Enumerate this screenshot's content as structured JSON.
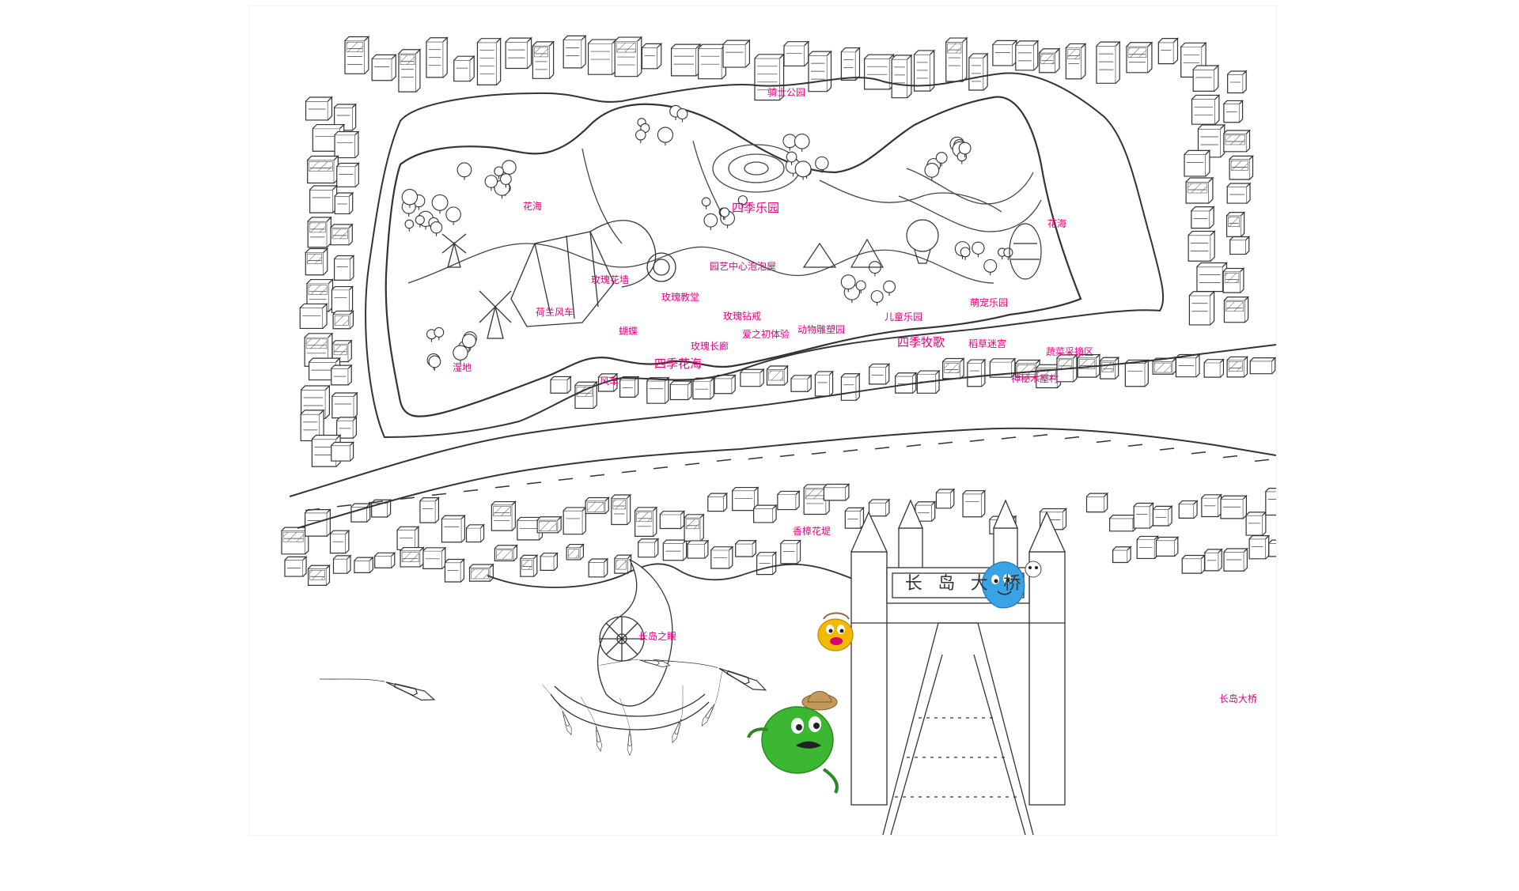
{
  "colors": {
    "label": "#e4007f",
    "ink": "#333333",
    "background": "#ffffff",
    "mascot_green": "#3cb731",
    "mascot_yellow": "#f5b800",
    "mascot_blue": "#3aa3e6"
  },
  "labels": {
    "knight_park": "骑士公园",
    "flower_sea_left": "花海",
    "four_seasons_park": "四季乐园",
    "flower_sea_right": "花海",
    "horticulture_bubble_house": "园艺中心泡泡屋",
    "rose_flower_wall": "玫瑰花墙",
    "rose_church": "玫瑰教堂",
    "dutch_windmill": "荷兰风车",
    "rose_ring": "玫瑰钻戒",
    "animal_sculpture_park": "动物雕塑园",
    "kids_park": "儿童乐园",
    "cute_pet_park": "萌宠乐园",
    "butterfly": "蝴蝶",
    "first_love_experience": "爱之初体验",
    "four_seasons_pastoral": "四季牧歌",
    "straw_maze": "稻草迷宫",
    "rose_corridor": "玫瑰长廊",
    "vegetable_picking": "蔬菜采摘区",
    "wetland": "湿地",
    "four_seasons_flower_sea": "四季花海",
    "windmill": "风车",
    "mysterious_cabin_village": "神秘木屋村",
    "camphor_flower_bank": "香樟花堤",
    "changdao_eye": "长岛之眼",
    "changdao_bridge": "长岛大桥"
  },
  "bridge_gate_text": [
    "长",
    "岛",
    "大",
    "桥"
  ],
  "mascots": [
    "green-mascot",
    "yellow-mascot",
    "blue-mascot"
  ]
}
